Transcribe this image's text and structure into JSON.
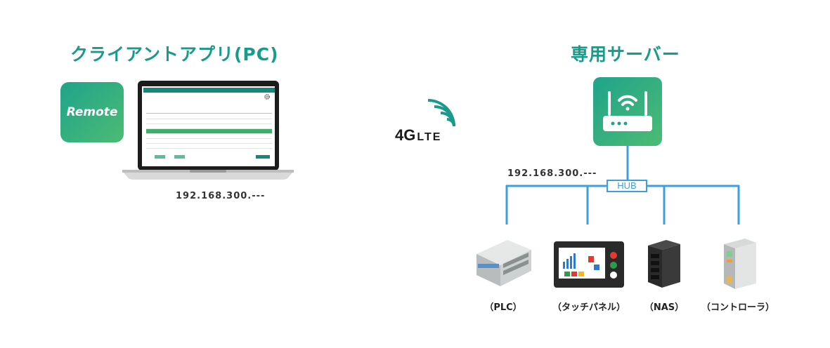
{
  "headings": {
    "client": "クライアントアプリ(PC)",
    "server": "専用サーバー"
  },
  "app_icon_label": "Remote",
  "network": {
    "signal_big": "4G",
    "signal_small": "LTE",
    "hub_label": "HUB"
  },
  "ip_addresses": {
    "client": "192.168.300.---",
    "server": "192.168.300.---"
  },
  "devices": [
    {
      "label": "（PLC）"
    },
    {
      "label": "（タッチパネル）"
    },
    {
      "label": "（NAS）"
    },
    {
      "label": "（コントローラ）"
    }
  ],
  "colors": {
    "teal": "#1a9a8a",
    "green": "#4cbc74",
    "hub_blue": "#3f9fdc"
  }
}
